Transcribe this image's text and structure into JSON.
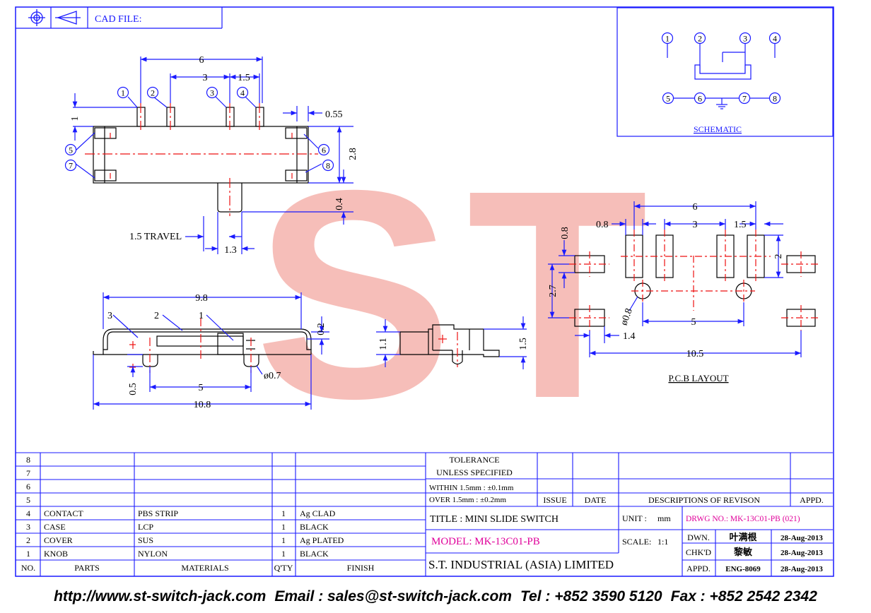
{
  "header": {
    "cad_file_label": "CAD FILE:"
  },
  "schematic": {
    "title": "SCHEMATIC",
    "pins_top": [
      "1",
      "2",
      "3",
      "4"
    ],
    "pins_bottom": [
      "5",
      "6",
      "7",
      "8"
    ]
  },
  "watermark": {
    "letters": "ST"
  },
  "side_view": {
    "pins": [
      "1",
      "2",
      "3",
      "4"
    ],
    "side_pins": [
      "5",
      "6",
      "7",
      "8"
    ],
    "dims": {
      "d6": "6",
      "d3": "3",
      "d15": "1.5",
      "d1": "1",
      "d055": "0.55",
      "d28": "2.8",
      "d04": "0.4",
      "travel": "1.5 TRAVEL",
      "d13": "1.3"
    }
  },
  "section_view": {
    "labels": [
      "3",
      "2",
      "1"
    ],
    "dims": {
      "d98": "9.8",
      "d02": "0.2",
      "dphi07": "ø0.7",
      "d05": "0.5",
      "d5": "5",
      "d108": "10.8"
    }
  },
  "end_view": {
    "dims": {
      "d11": "1.1",
      "d15": "1.5"
    }
  },
  "pcb_layout": {
    "title": "P.C.B LAYOUT",
    "dims": {
      "d6": "6",
      "d08a": "0.8",
      "d3": "3",
      "d15": "1.5",
      "d08b": "0.8",
      "d2": "2",
      "d27": "2.7",
      "dphi08": "ø0.8",
      "d5": "5",
      "d14": "1.4",
      "d105": "10.5"
    }
  },
  "bom": {
    "rows": [
      {
        "no": "8",
        "part": "",
        "material": "",
        "qty": "",
        "finish": ""
      },
      {
        "no": "7",
        "part": "",
        "material": "",
        "qty": "",
        "finish": ""
      },
      {
        "no": "6",
        "part": "",
        "material": "",
        "qty": "",
        "finish": ""
      },
      {
        "no": "5",
        "part": "",
        "material": "",
        "qty": "",
        "finish": ""
      },
      {
        "no": "4",
        "part": "CONTACT",
        "material": "PBS STRIP",
        "qty": "1",
        "finish": "Ag CLAD"
      },
      {
        "no": "3",
        "part": "CASE",
        "material": "LCP",
        "qty": "1",
        "finish": "BLACK"
      },
      {
        "no": "2",
        "part": "COVER",
        "material": "SUS",
        "qty": "1",
        "finish": "Ag PLATED"
      },
      {
        "no": "1",
        "part": "KNOB",
        "material": "NYLON",
        "qty": "1",
        "finish": "BLACK"
      }
    ],
    "headers": {
      "no": "NO.",
      "parts": "PARTS",
      "materials": "MATERIALS",
      "qty": "Q'TY",
      "finish": "FINISH"
    }
  },
  "title_block": {
    "tolerance": "TOLERANCE",
    "unless": "UNLESS   SPECIFIED",
    "within": "WITHIN  1.5mm : ±0.1mm",
    "over": "OVER    1.5mm : ±0.2mm",
    "issue": "ISSUE",
    "date": "DATE",
    "descriptions": "DESCRIPTIONS  OF  REVISON",
    "appd_col": "APPD.",
    "title": "TITLE : MINI SLIDE SWITCH",
    "model": "MODEL: MK-13C01-PB",
    "company": "S.T.  INDUSTRIAL  (ASIA)  LIMITED",
    "unit_label": "UNIT :",
    "unit_value": "mm",
    "scale_label": "SCALE:",
    "scale_value": "1:1",
    "drwg_no": "DRWG NO.: MK-13C01-PB (021)",
    "dwn_label": "DWN.",
    "dwn_name": "叶满根",
    "dwn_date": "28-Aug-2013",
    "chkd_label": "CHK'D",
    "chkd_name": "黎敏",
    "chkd_date": "28-Aug-2013",
    "appd_label": "APPD.",
    "appd_name": "ENG-8069",
    "appd_date": "28-Aug-2013"
  },
  "footer": {
    "website": "http://www.st-switch-jack.com",
    "email": "Email : sales@st-switch-jack.com",
    "tel": "Tel : +852 3590 5120",
    "fax": "Fax : +852 2542 2342"
  },
  "colors": {
    "line": "#1a1aff",
    "center": "#ee1111",
    "magenta": "#e0009a",
    "watermark": "#f4b3ad"
  }
}
